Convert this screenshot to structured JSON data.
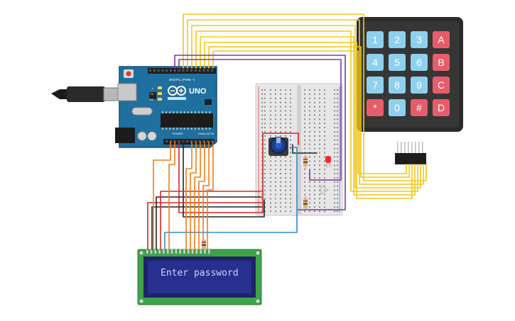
{
  "arduino": {
    "brand": "UNO",
    "digital_header_label": "DIGITAL (PWM ~)",
    "analog_header_label": "ANALOG IN",
    "power_header_label": "POWER",
    "led_labels": [
      "L",
      "TX",
      "RX"
    ]
  },
  "keypad": {
    "keys": [
      {
        "label": "1",
        "kind": "num"
      },
      {
        "label": "2",
        "kind": "num"
      },
      {
        "label": "3",
        "kind": "num"
      },
      {
        "label": "A",
        "kind": "func"
      },
      {
        "label": "4",
        "kind": "num"
      },
      {
        "label": "5",
        "kind": "num"
      },
      {
        "label": "6",
        "kind": "num"
      },
      {
        "label": "B",
        "kind": "func"
      },
      {
        "label": "7",
        "kind": "num"
      },
      {
        "label": "8",
        "kind": "num"
      },
      {
        "label": "9",
        "kind": "num"
      },
      {
        "label": "C",
        "kind": "func"
      },
      {
        "label": "*",
        "kind": "func"
      },
      {
        "label": "0",
        "kind": "num"
      },
      {
        "label": "#",
        "kind": "func"
      },
      {
        "label": "D",
        "kind": "func"
      }
    ]
  },
  "lcd": {
    "text": "Enter password"
  },
  "colors": {
    "arduino_board": "#1f6f9f",
    "keypad_body": "#2b2b2b",
    "key_numeric": "#8fd0ee",
    "key_function": "#e65c6a",
    "lcd_pcb": "#3ea34a",
    "lcd_screen": "#27308f",
    "lcd_text": "#c8d3ff",
    "wire_yellow": "#f2c71b",
    "wire_purple": "#7a3b9c",
    "wire_orange": "#ef7d1a",
    "wire_red": "#d6262b",
    "wire_black": "#222222",
    "wire_blue": "#2f8ccc",
    "led_red": "#ff2a2a"
  }
}
